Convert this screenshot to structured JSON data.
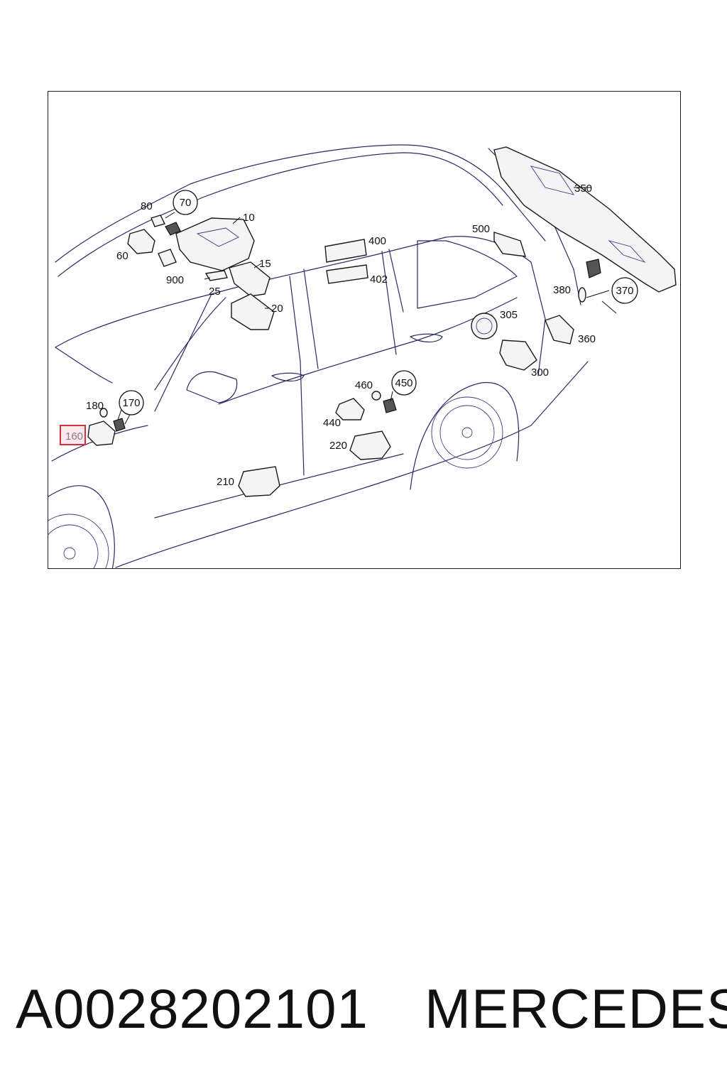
{
  "diagram": {
    "callouts": {
      "c10": "10",
      "c15": "15",
      "c20": "20",
      "c25": "25",
      "c60": "60",
      "c70": "70",
      "c80": "80",
      "c900": "900",
      "c160": "160",
      "c170": "170",
      "c180": "180",
      "c210": "210",
      "c220": "220",
      "c300": "300",
      "c305": "305",
      "c350": "350",
      "c360": "360",
      "c370": "370",
      "c380": "380",
      "c400": "400",
      "c402": "402",
      "c440": "440",
      "c450": "450",
      "c460": "460",
      "c500": "500"
    },
    "highlighted_callout": "160",
    "highlight_color": "#d0313f"
  },
  "footer": {
    "part_number": "A0028202101",
    "brand": "MERCEDES"
  }
}
